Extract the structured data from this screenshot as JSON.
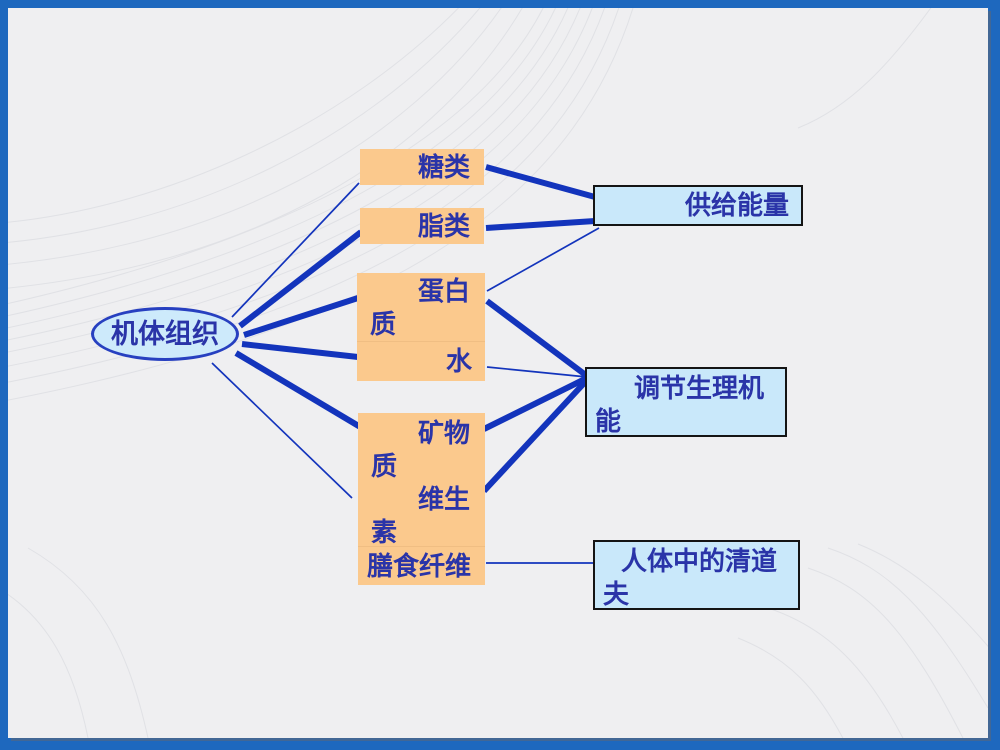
{
  "slide": {
    "type": "presentation-diagram",
    "colors": {
      "frame": "#1E68BE",
      "slide_background": "#EFEFF1",
      "nutrient_box_fill": "#FBC98D",
      "function_box_fill": "#C9E8FA",
      "ellipse_fill": "#CDEAFB",
      "ellipse_border": "#2740C0",
      "function_box_border": "#141414",
      "text": "#2A34A8",
      "connector": "#1334BC"
    }
  },
  "diagram": {
    "nodes": {
      "root": {
        "label": "机体组织"
      },
      "sugars": {
        "label": "糖类"
      },
      "lipids": {
        "label": "脂类"
      },
      "protein": {
        "line1": "蛋白",
        "line2": "质"
      },
      "water": {
        "label": "水"
      },
      "minerals_vitamins": {
        "line1": "矿物",
        "line2": "质",
        "line3": "维生",
        "line4": "素"
      },
      "dietary_fiber": {
        "label": "膳食纤维"
      },
      "provide_energy": {
        "label": "供给能量"
      },
      "regulate_physiology": {
        "line1": "调节生理机",
        "line2": "能"
      },
      "body_scavenger": {
        "line1": "人体中的清道",
        "line2": "夫"
      }
    },
    "connections": [
      {
        "from": "root",
        "to": "sugars",
        "weight": "thin"
      },
      {
        "from": "root",
        "to": "lipids",
        "weight": "thick"
      },
      {
        "from": "root",
        "to": "protein",
        "weight": "thick"
      },
      {
        "from": "root",
        "to": "water",
        "weight": "thick"
      },
      {
        "from": "root",
        "to": "minerals_vitamins",
        "weight": "thick"
      },
      {
        "from": "root",
        "to": "minerals_vitamins-vitamin-row",
        "weight": "thin"
      },
      {
        "from": "sugars",
        "to": "provide_energy",
        "weight": "thick"
      },
      {
        "from": "lipids",
        "to": "provide_energy",
        "weight": "thick"
      },
      {
        "from": "protein",
        "to": "provide_energy",
        "weight": "thin"
      },
      {
        "from": "protein",
        "to": "regulate_physiology",
        "weight": "thick"
      },
      {
        "from": "water",
        "to": "regulate_physiology",
        "weight": "thin"
      },
      {
        "from": "minerals_vitamins-mineral-row",
        "to": "regulate_physiology",
        "weight": "thick"
      },
      {
        "from": "minerals_vitamins-vitamin-row",
        "to": "regulate_physiology",
        "weight": "thick"
      },
      {
        "from": "dietary_fiber",
        "to": "body_scavenger",
        "weight": "thin"
      }
    ]
  }
}
